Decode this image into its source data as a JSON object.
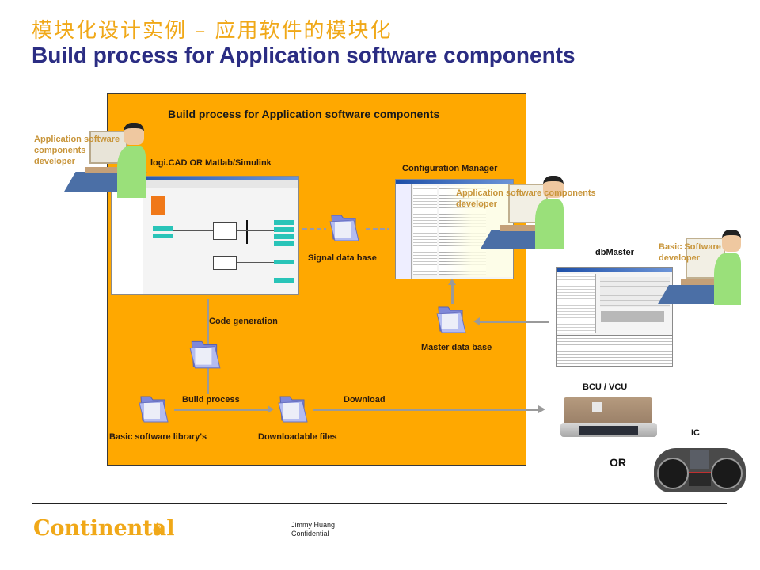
{
  "header": {
    "title_cn": "模块化设计实例 – 应用软件的模块化",
    "title_en": "Build process for Application software components"
  },
  "diagram": {
    "box_title": "Build process for Application software components",
    "tools": {
      "modeling_tool": "logi.CAD OR Matlab/Simulink",
      "configuration_manager": "Configuration Manager",
      "dbmaster": "dbMaster"
    },
    "developers": {
      "left_line1": "Application software",
      "left_line2": "components",
      "left_line3": "developer",
      "right_line1": "Application software components",
      "right_line2": "developer",
      "basic_line1": "Basic Software",
      "basic_line2": "developer"
    },
    "nodes": {
      "signal_db": "Signal data base",
      "master_db": "Master data base",
      "basic_lib": "Basic software library's",
      "downloadable": "Downloadable files"
    },
    "steps": {
      "code_generation": "Code generation",
      "build_process": "Build process",
      "download": "Download"
    },
    "targets": {
      "ecu": "BCU / VCU",
      "or": "OR",
      "cluster": "IC"
    },
    "colors": {
      "accent_orange": "#ffa800",
      "title_blue": "#2b2d83",
      "title_gold": "#f0a818",
      "developer_label": "#c8953a"
    }
  },
  "footer": {
    "brand": "Continental",
    "author": "Jimmy Huang",
    "classification": "Confidential"
  }
}
